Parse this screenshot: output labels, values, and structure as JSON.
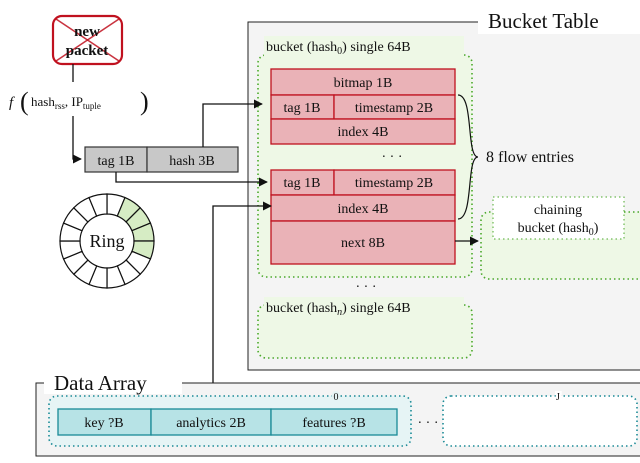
{
  "packet": {
    "line1": "new",
    "line2": "packet"
  },
  "hash_fn": {
    "f": "f",
    "arg1": "hash",
    "arg1_sub": "rss",
    "arg2": "IP",
    "arg2_sub": "tuple"
  },
  "key_fields": {
    "tag": "tag 1B",
    "hash": "hash 3B"
  },
  "ring_label": "Ring",
  "bucket_table": {
    "title": "Bucket Table",
    "bucket0_label": "bucket (hash",
    "bucket0_sub": "0",
    "bucket0_suffix": ") single 64B",
    "bitmap": "bitmap 1B",
    "tag": "tag 1B",
    "timestamp": "timestamp 2B",
    "index": "index 4B",
    "ellipsis": "· · ·",
    "next": "next 8B",
    "flow_entries": "8 flow entries",
    "chaining_line1": "chaining",
    "chaining_line2": "bucket (hash",
    "chaining_sub": "0",
    "chaining_suffix": ")",
    "mid_ellipsis": "· · ·",
    "bucketn_label": "bucket (hash",
    "bucketn_sub": "n",
    "bucketn_suffix": ") single 64B"
  },
  "data_array": {
    "title": "Data Array",
    "index0": "0",
    "indexJ": "J",
    "key": "key ?B",
    "analytics": "analytics 2B",
    "features": "features ?B",
    "ellipsis": "· · ·"
  },
  "colors": {
    "red_fill": "#eab2b7",
    "red_stroke": "#c0111f",
    "green_dot": "#4aa82a",
    "green_fill": "#eef8e6",
    "teal_fill": "#b7e3e6",
    "teal_stroke": "#1a8a96",
    "gray_fill": "#c8c8c8",
    "panel_fill": "#f4f4f4"
  }
}
